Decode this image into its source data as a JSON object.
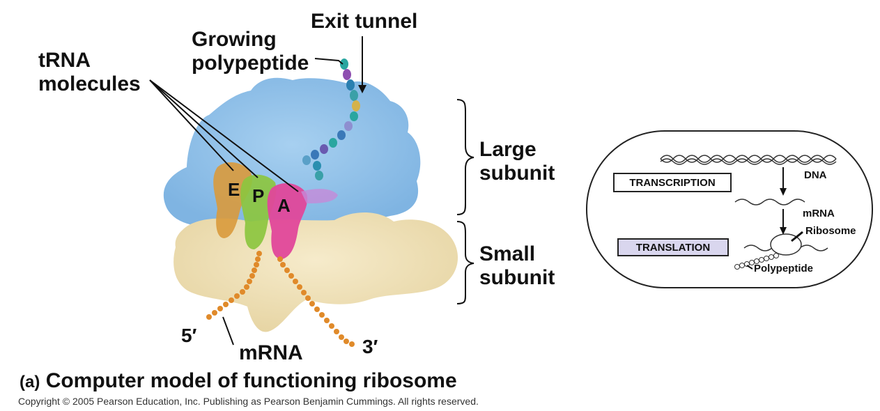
{
  "labels": {
    "exit_tunnel": "Exit tunnel",
    "growing_polypeptide": "Growing\npolypeptide",
    "trna_molecules": "tRNA\nmolecules",
    "large_subunit": "Large\nsubunit",
    "small_subunit": "Small\nsubunit",
    "mrna": "mRNA",
    "five_prime": "5′",
    "three_prime": "3′",
    "site_e": "E",
    "site_p": "P",
    "site_a": "A"
  },
  "caption": {
    "part": "(a)",
    "text": "Computer model of functioning ribosome"
  },
  "copyright": "Copyright © 2005 Pearson Education, Inc. Publishing as Pearson Benjamin Cummings. All rights reserved.",
  "inset": {
    "transcription": "TRANSCRIPTION",
    "translation": "TRANSLATION",
    "dna": "DNA",
    "mrna": "mRNA",
    "ribosome": "Ribosome",
    "polypeptide": "Polypeptide"
  },
  "colors": {
    "large_subunit": "#8fc0e8",
    "small_subunit": "#efe0b6",
    "trna_e": "#d99a3c",
    "trna_p": "#8cc63f",
    "trna_a": "#e0479a",
    "mrna_beads": "#e08a2a",
    "translation_box": "#d9d6ee"
  }
}
